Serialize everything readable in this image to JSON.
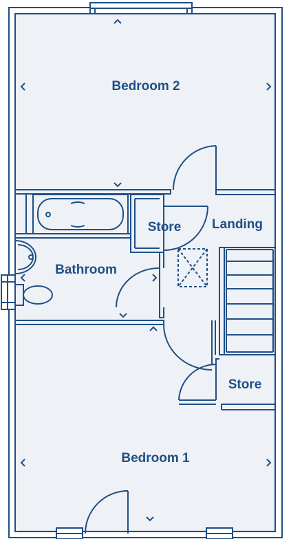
{
  "colors": {
    "wall": "#1f4f86",
    "floor": "#eef1f6",
    "background": "#ffffff"
  },
  "rooms": {
    "bedroom2": "Bedroom 2",
    "bedroom1": "Bedroom 1",
    "bathroom": "Bathroom",
    "store_top": "Store",
    "store_bottom": "Store",
    "landing": "Landing"
  },
  "icons": {
    "dimension_marker": "chevron-icon",
    "loft_hatch": "loft-hatch-icon",
    "door": "door-swing-icon"
  }
}
